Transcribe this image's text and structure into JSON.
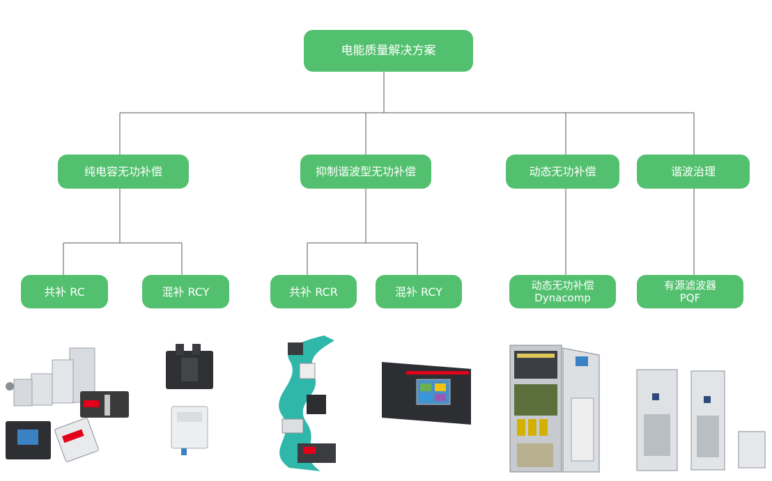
{
  "root": {
    "label": "电能质量解决方案"
  },
  "categories": [
    {
      "label": "纯电容无功补偿"
    },
    {
      "label": "抑制谐波型无功补偿"
    },
    {
      "label": "动态无功补偿"
    },
    {
      "label": "谐波治理"
    }
  ],
  "products": [
    {
      "label": "共补 RC"
    },
    {
      "label": "混补 RCY"
    },
    {
      "label": "共补 RCR"
    },
    {
      "label": "混补 RCY"
    },
    {
      "label": "动态无功补偿",
      "sub": "Dynacomp"
    },
    {
      "label": "有源滤波器",
      "sub": "PQF"
    }
  ],
  "colors": {
    "node": "#52c06e",
    "line": "#555555",
    "brand": "#e2001a"
  },
  "images": [
    {
      "name": "capacitor-set-image"
    },
    {
      "name": "contactor-image"
    },
    {
      "name": "rcr-stack-image"
    },
    {
      "name": "controller-panel-image"
    },
    {
      "name": "dynacomp-cabinet-image"
    },
    {
      "name": "pqf-cabinets-image"
    }
  ]
}
